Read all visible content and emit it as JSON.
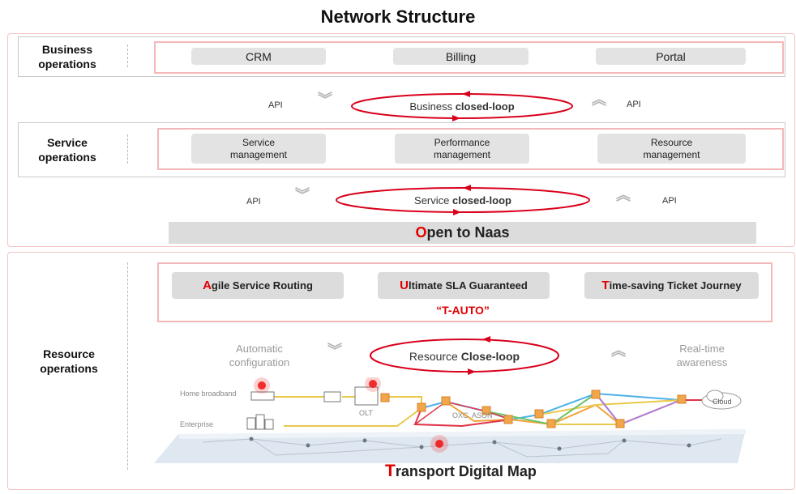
{
  "title": "Network Structure",
  "business": {
    "label": "Business operations",
    "items": [
      "CRM",
      "Billing",
      "Portal"
    ]
  },
  "business_loop": {
    "api_left": "API",
    "api_right": "API",
    "text": "Business ",
    "text_bold": "closed-loop"
  },
  "service": {
    "label": "Service operations",
    "items": [
      "Service management",
      "Performance management",
      "Resource management"
    ]
  },
  "service_loop": {
    "api_left": "API",
    "api_right": "API",
    "text": "Service ",
    "text_bold": "closed-loop"
  },
  "open_naas": {
    "first": "O",
    "rest": "pen to Naas"
  },
  "resource": {
    "label": "Resource operations",
    "features": [
      {
        "first": "A",
        "rest": "gile Service Routing"
      },
      {
        "first": "U",
        "rest": "ltimate SLA Guaranteed"
      },
      {
        "first": "T",
        "rest": "ime-saving Ticket Journey"
      }
    ],
    "tauto": "“T-AUTO”",
    "left_note": "Automatic configuration",
    "right_note": "Real-time awareness",
    "loop_text": "Resource ",
    "loop_bold": "Close-loop"
  },
  "map": {
    "home_broadband": "Home broadband",
    "enterprise": "Enterprise",
    "olt": "OLT",
    "oxc": "OXC  ASON",
    "cloud": "Cloud",
    "caption_first": "T",
    "caption_rest": "ransport Digital Map"
  },
  "colors": {
    "accent_red": "#e00000",
    "grey_box": "#e3e3e3",
    "panel_border": "#f2c4c4"
  },
  "icons": [
    "double-chevron-down-icon",
    "double-chevron-up-icon",
    "closed-loop-ellipse-icon",
    "cloud-icon",
    "cube-node-icon",
    "hotspot-icon"
  ]
}
